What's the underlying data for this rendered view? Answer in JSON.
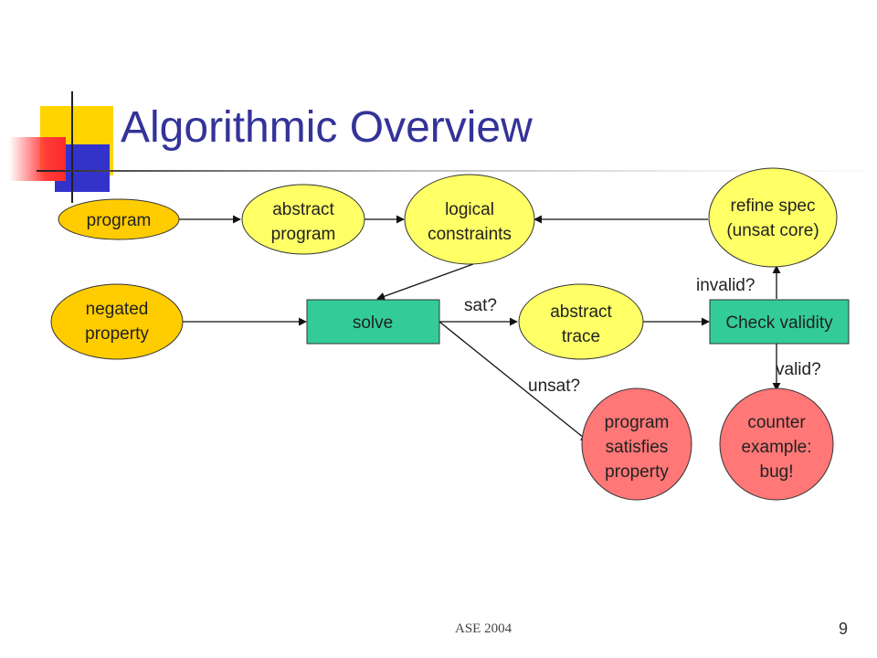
{
  "slide": {
    "title": "Algorithmic Overview",
    "footer": "ASE 2004",
    "page_number": "9"
  },
  "colors": {
    "title": "#333399",
    "input_node": "#ffcc00",
    "process_node": "#ffff66",
    "action_node": "#33cc99",
    "result_node": "#ff7777"
  },
  "nodes": {
    "program": {
      "lines": [
        "program"
      ]
    },
    "abstract_program": {
      "lines": [
        "abstract",
        "program"
      ]
    },
    "logical_constraints": {
      "lines": [
        "logical",
        "constraints"
      ]
    },
    "refine_spec": {
      "lines": [
        "refine spec",
        "(unsat core)"
      ]
    },
    "negated_property": {
      "lines": [
        "negated",
        "property"
      ]
    },
    "solve": {
      "lines": [
        "solve"
      ]
    },
    "abstract_trace": {
      "lines": [
        "abstract",
        "trace"
      ]
    },
    "check_validity": {
      "lines": [
        "Check validity"
      ]
    },
    "program_satisfies": {
      "lines": [
        "program",
        "satisfies",
        "property"
      ]
    },
    "counter_example": {
      "lines": [
        "counter",
        "example:",
        "bug!"
      ]
    }
  },
  "edge_labels": {
    "sat": "sat?",
    "unsat": "unsat?",
    "invalid": "invalid?",
    "valid": "valid?"
  }
}
